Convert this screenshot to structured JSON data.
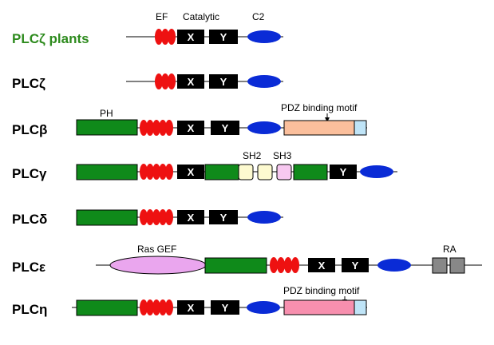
{
  "colors": {
    "ph": "#0f8a1a",
    "ef": "#ee1111",
    "catalytic": "#000000",
    "c2": "#0a2bd6",
    "pdz_beta": "#fbbf9c",
    "pdz_eta": "#f78fae",
    "tail": "#bfe4f7",
    "sh2": "#fdfad0",
    "sh3": "#f7c8f0",
    "rasgef": "#eaa6ee",
    "ra": "#888888",
    "green_label": "#2e8b1e"
  },
  "header": {
    "ef": "EF",
    "catalytic": "Catalytic",
    "c2": "C2"
  },
  "domain_letters": {
    "x": "X",
    "y": "Y"
  },
  "rows": {
    "zeta_plants": {
      "label": "PLCζ plants"
    },
    "zeta": {
      "label": "PLCζ"
    },
    "beta": {
      "label": "PLCβ",
      "ph_label": "PH",
      "pdz_label": "PDZ binding motif"
    },
    "gamma": {
      "label": "PLCγ",
      "sh2_label": "SH2",
      "sh3_label": "SH3"
    },
    "delta": {
      "label": "PLCδ"
    },
    "epsilon": {
      "label": "PLCε",
      "rasgef_label": "Ras GEF",
      "ra_label": "RA"
    },
    "eta": {
      "label": "PLCη",
      "pdz_label": "PDZ binding motif"
    }
  }
}
